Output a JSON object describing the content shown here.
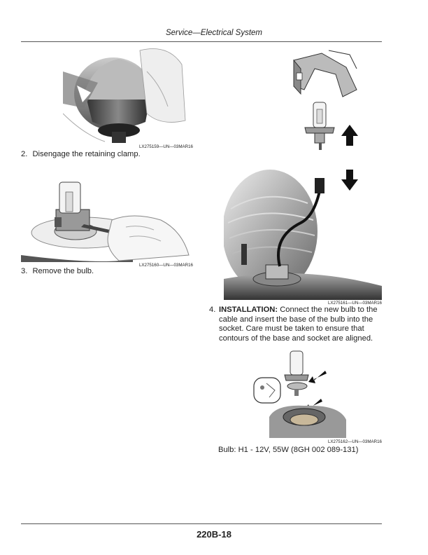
{
  "header": {
    "title": "Service—Electrical System"
  },
  "figures": [
    {
      "code": "LX275159—UN—03MAR16"
    },
    {
      "code": "LX275160—UN—03MAR16"
    },
    {
      "code": "LX275161—UN—03MAR16"
    },
    {
      "code": "LX275162—UN—03MAR16"
    }
  ],
  "steps": {
    "step2": {
      "number": "2.",
      "text": "Disengage the retaining clamp."
    },
    "step3": {
      "number": "3.",
      "text": "Remove the bulb."
    },
    "step4": {
      "number": "4.",
      "lead": "INSTALLATION:",
      "text": " Connect the new bulb to the cable and insert the base of the bulb into the socket. Care must be taken to ensure that contours of the base and socket are aligned."
    }
  },
  "bulb_spec": "Bulb: H1 - 12V, 55W (8GH 002 089-131)",
  "footer": {
    "page_number": "220B-18"
  }
}
